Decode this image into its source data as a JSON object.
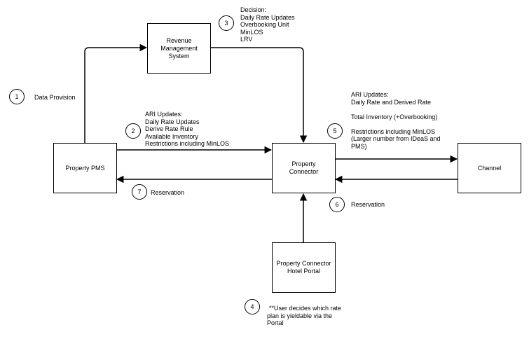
{
  "nodes": {
    "rms": "Revenue Management System",
    "pms": "Property PMS",
    "connector": "Property Connector",
    "channel": "Channel",
    "portal": "Property Connector Hotel Portal"
  },
  "steps": [
    {
      "number": "1",
      "lines": [
        "Data Provision"
      ]
    },
    {
      "number": "2",
      "lines": [
        "ARI Updates:",
        "Daily Rate Updates",
        "Derive Rate Rule",
        "Available Inventory",
        "Restrictions including MinLOS"
      ]
    },
    {
      "number": "3",
      "lines": [
        "Decision:",
        "Daily Rate Updates",
        "Overbooking Unit",
        "MinLOS",
        "LRV"
      ]
    },
    {
      "number": "4",
      "lines": [
        "**User decides which rate",
        "plan is yieldable via the",
        "Portal"
      ]
    },
    {
      "number": "5",
      "lines": [
        "ARI Updates:",
        "Daily Rate and Derived Rate",
        "",
        "Total Inventory (+Overbooking)",
        "",
        "Restrictions including MinLOS",
        "(Larger number from IDeaS and",
        "PMS)"
      ]
    },
    {
      "number": "6",
      "lines": [
        "Reservation"
      ]
    },
    {
      "number": "7",
      "lines": [
        "Reservation"
      ]
    }
  ]
}
